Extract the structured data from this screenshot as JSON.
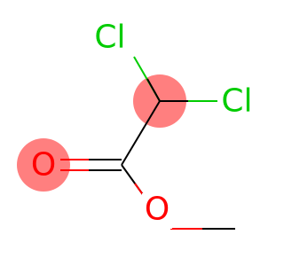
{
  "colors": {
    "background": "#ffffff",
    "bond": "#000000",
    "chlorine": "#00cc00",
    "oxygen": "#ff0000",
    "highlight": "#ff7f7f"
  },
  "atoms": {
    "cl_top": "Cl",
    "cl_right": "Cl",
    "o_double": "O",
    "o_single": "O"
  }
}
